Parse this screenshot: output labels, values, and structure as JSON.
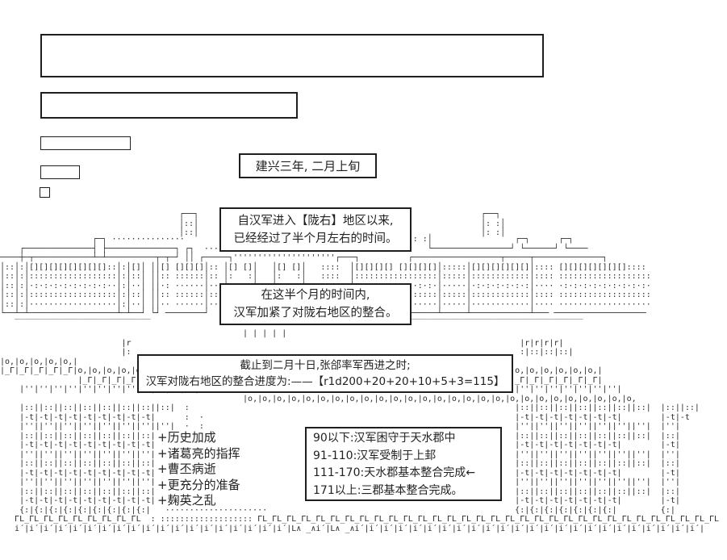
{
  "scene": {
    "date_box": "建兴三年, 二月上旬",
    "speech1": {
      "line1": "自汉军进入【陇右】地区以来,",
      "line2": "已经经过了半个月左右的时间。"
    },
    "speech2": {
      "line1": "在这半个月的时间内,",
      "line2": "汉军加紧了对陇右地区的整合。"
    },
    "roll_box": {
      "line1": "截止到二月十日,张郃率军西进之时;",
      "line2": "汉军对陇右地区的整合进度为:——【r1d200+20+20+10+5+3=115】"
    },
    "bonus_list": [
      "+历史加成",
      "+诸葛亮的指挥",
      "+曹丕病逝",
      "+更充分的准备",
      "+麹英之乱"
    ],
    "outcome_table": [
      "90以下:汉军困守于天水郡中",
      "91-110:汉军受制于上邽",
      "111-170:天水郡基本整合完成←",
      "171以上:三郡基本整合完成。"
    ]
  },
  "ascii": {
    "left_tower": [
      "┌──┐",
      "│::│",
      "│::│"
    ],
    "right_tower": [
      "┌──┐",
      "│: :│",
      "│: :│"
    ],
    "wall_lines": [
      "                   ┌─┐ ···············                                              │: :│                 ┌─┐      ┌─┐",
      "    ┌──────────────┤ ├──────────────┐ ┌┐  ···························   : · : · :  ─┘   └────────────────┘ └──────┘ └────",
      "────┼─┬────────────┴─┴──────────┬─┬─┘ ││ ┌─────┐'''''''''''''''''''''┌───┐          ┌──────────────────┬─────┬──────────────┐",
      "│::│:│[][][][][][][][]::│:│[]│ ││[] [][][]│:: │[] []│   │[] []│   ::::  │[][][][] [][][][]│:::::│[][][][][][]│:::: [][][][][][][]::::",
      "│::│:│::::::::::::::::::│:│::│ ││:: ::::::│:: │:   :│   │:   :│   ::::  │:::::::::::::::::│:::::│::::::::::::│:::: :::::::::::::::::::",
      "│::│:│·:·:·:·:·:·:·:·:··│:│··│ ││·: ······│·· │·   ·│   │·   ·│   ····  │·:·:·:·:·:·:·:·:·│·····│·:·:·:·:·:·:│···· ·:·:·:·:·:·:·:·:·:·",
      "│::│:│::::::::::::::::::│:│::│ ││:: ::::::│:: ························  │:::::::::::::::::│:::::│::::::::::::│:::: :::::::::::::::::::",
      "│::│:│··················│:│··│ ││·· ······│··                           │·················│·····│············│···· ···················",
      "└──┴─┴──────────────────┴─┴──┘ └┘ ────────┘                             └─────────────────┴─────┴────────────┴─── ───────────────────",
      "   ‾‾‾‾‾‾‾‾‾‾‾‾‾‾‾‾‾‾‾‾‾‾‾‾‾‾‾‾                                          ‾‾‾‾‾‾‾‾‾‾‾‾‾‾‾‾‾‾‾‾‾‾‾‾‾‾‾‾‾‾‾‾‾‾‾‾‾‾‾‾‾‾‾‾‾‾‾"
    ],
    "army_lines": [
      "                                                  | | | | |",
      "                         |r                                                                                |r|r|r|r|",
      "                         |:                                                                                :|::|::|::|",
      "|o,|o,|o,|o,|o,|",
      "|_Γ|_Γ|_Γ|_Γ|_Γ|o,|o,|o,|o,|o,|                                             i                             o,|o,|o,|o,|o,|o,|",
      "                |_Γ|_Γ|_Γ|_Γ|_Γ|                                            ï                             _Γ|_Γ|_Γ|_Γ|_Γ|_Γ|",
      "    |''|''|''|''|''|''|''|''|''|''|-t|-t|                                                                 |''|''|''|''|''|''|''|",
      "                                                  |o,|o,|o,|o,|o,|o,|o,|o,|o,|o,|o,|o,|o,|o,|o,|o,|o,|o,|o,|o,|o,|o,|o,|o,|o,|o,|o,",
      "    |::||::||::||::||::||::||::||::|  :                                                                   |::||::||::||::||::||::||::|  |::||::|",
      "    |-t|-t|-t|-t|-t|-t|-t|-t|-t|      :  ·                                                                |-t|-t|-t|-t|-t|-t|-t|        |-t|-t",
      "    |''||''||''||''||''||''||''||''|  ·  :                                                                |''||''||''||''||''||''||''|  |''|",
      "    |::||::||::||::||::||::||::||::|  :                                                                   |::||::||::||::||::||::||::|  |::|",
      "    |-t|-t|-t|-t|-t|-t|-t|-t|-t|      ·  :                                                                |-t|-t|-t|-t|-t|-t|-t|        |-t|",
      "    |''||''||''||''||''||''||''||''|  :  ·                                                                |''||''||''||''||''||''||''|  |''|",
      "    |::||::||::||::||::||::||::||::|  :                                                                   |::||::||::||::||::||::||::|  |::|",
      "    |-t|-t|-t|-t|-t|-t|-t|-t|-t|      ·  :                                                                |-t|-t|-t|-t|-t|-t|-t|        |-t|",
      "    |''||''||''||''||''||''||''||''|  :                                                                   |''||''||''||''||''||''||''|  |''|",
      "    |::||::||::||::||::||::||::||::|                                                                      |::||::||::||::||::||::||::|  |::|",
      "    |-t|-t|-t|-t|-t|-t|-t|-t|-t|                                                                          |-t|-t|-t|-t|-t|-t|-t|        |-t|",
      "    {:|{:|{:|{:|{:|{:|{:|{:|{:|   ·····················                                                   {:|{:|{:|{:|{:|{:|{:|         {:|",
      "   ΓL_ΓL_ΓL_ΓL_ΓL_ΓL_ΓL_ΓL_ΓL  : ::::::::::::::::::: ΓL_ΓL_ΓL_ΓL_ΓL_ΓL_ΓL_ΓL_ΓL_ΓL_ΓL_ΓL_ΓL_ΓL_ΓL_ΓL_ΓL_ΓL_ΓL_ΓL_ΓL_ΓL_ΓL_ΓL_ΓL_ΓL_ΓL_ΓL_ΓL_ΓL_ΓL_ΓL",
      "   i´|i´|i´|i´|i´|i´|i´|i´|i´|i´|i´|i´|i´|i´|i´|i´|i´|i´|i´|L∧ _∧i´|L∧ _∧i´|i´|i´|i´|i´|i´|i´|i´|i´|i´|i´|i´|i´|i´|i´|i´|i´|i´|i´|i´|i´|i´|i´|i´|"
    ]
  },
  "colors": {
    "ink": "#1f1f1f",
    "bg": "#ffffff"
  }
}
